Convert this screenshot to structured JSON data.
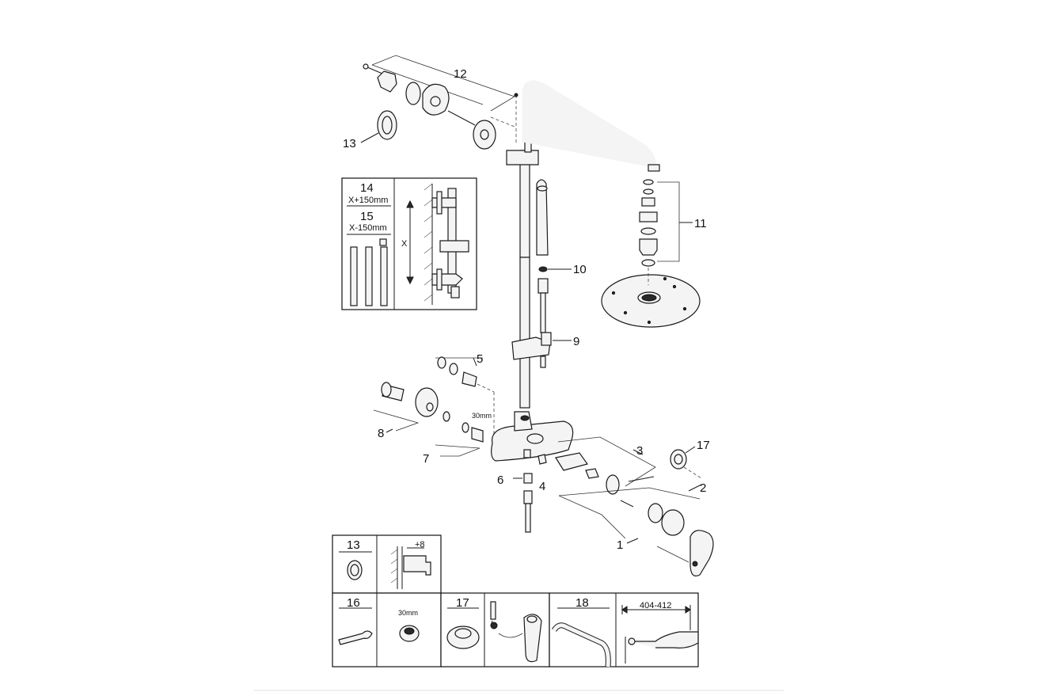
{
  "callouts": {
    "c1": "1",
    "c2": "2",
    "c3": "3",
    "c4": "4",
    "c5": "5",
    "c6": "6",
    "c7": "7",
    "c8": "8",
    "c9": "9",
    "c10": "10",
    "c11": "11",
    "c12": "12",
    "c13": "13",
    "c17": "17"
  },
  "inset_extension": {
    "num14": "14",
    "dim14": "X+150mm",
    "num15": "15",
    "dim15": "X-150mm",
    "x_label": "X"
  },
  "wrench_note": "30mm",
  "bottom_panels": {
    "p13_num": "13",
    "p13_offset": "+8",
    "p16_num": "16",
    "p16_nut": "30mm",
    "p17_num": "17",
    "p18_num": "18",
    "p18_range": "404-412"
  }
}
